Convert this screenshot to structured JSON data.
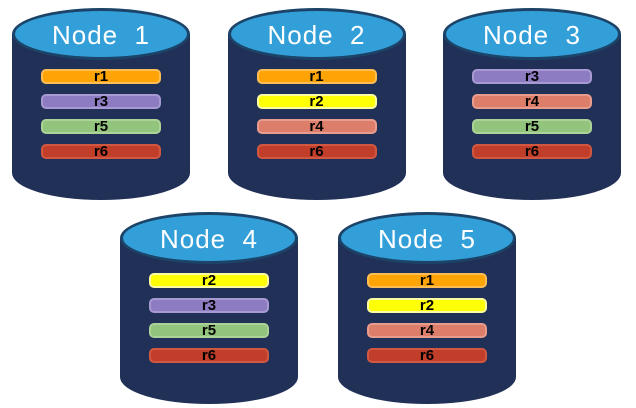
{
  "diagram": {
    "background": "#FFFFFF",
    "cylinder_body_color": "#203057",
    "cylinder_top_color": "#339FD9",
    "cylinder_top_border_color": "#1C4368",
    "node_label_color": "#FFFFFF",
    "bar_text_color": "#000000"
  },
  "replica_colors": {
    "r1": {
      "fill": "#FFA407",
      "border": "#FFBE55"
    },
    "r2": {
      "fill": "#FFFF05",
      "border": "#FCFCA2"
    },
    "r3": {
      "fill": "#8E7CC3",
      "border": "#A79AD3"
    },
    "r4": {
      "fill": "#DD7E6B",
      "border": "#E89C8D"
    },
    "r5": {
      "fill": "#93C47D",
      "border": "#ABD297"
    },
    "r6": {
      "fill": "#C13F2A",
      "border": "#D25741"
    }
  },
  "nodes": [
    {
      "label": "Node  1",
      "row": 1,
      "replicas": [
        "r1",
        "r3",
        "r5",
        "r6"
      ]
    },
    {
      "label": "Node  2",
      "row": 1,
      "replicas": [
        "r1",
        "r2",
        "r4",
        "r6"
      ]
    },
    {
      "label": "Node  3",
      "row": 1,
      "replicas": [
        "r3",
        "r4",
        "r5",
        "r6"
      ]
    },
    {
      "label": "Node  4",
      "row": 2,
      "replicas": [
        "r2",
        "r3",
        "r5",
        "r6"
      ]
    },
    {
      "label": "Node  5",
      "row": 2,
      "replicas": [
        "r1",
        "r2",
        "r4",
        "r6"
      ]
    }
  ]
}
